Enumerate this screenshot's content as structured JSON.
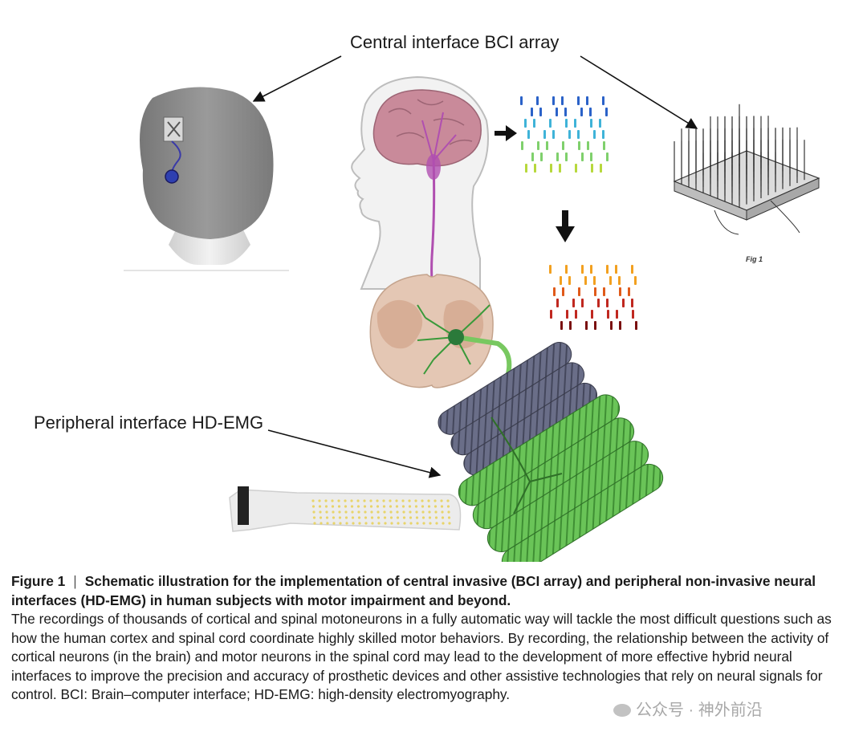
{
  "labels": {
    "central": "Central interface BCI array",
    "peripheral": "Peripheral interface HD-EMG",
    "fig_mark": "Fig 1"
  },
  "caption": {
    "figure_number": "Figure 1",
    "separator": "|",
    "title": "Schematic illustration for the implementation of central invasive (BCI array) and peripheral non-invasive neural interfaces (HD-EMG) in human subjects with motor impairment and beyond.",
    "body": "The recordings of thousands of cortical and spinal motoneurons in a fully automatic way will tackle the most difficult questions such as how the human cortex and spinal cord coordinate highly skilled motor behaviors. By recording, the relationship between the activity of cortical neurons (in the brain) and motor neurons in the spinal cord may lead to the development of more effective hybrid neural interfaces to improve the precision and accuracy of prosthetic devices and other assistive technologies that rely on neural signals for control. BCI: Brain–computer interface; HD-EMG: high-density electromyography."
  },
  "watermark": {
    "text": "公众号 · 神外前沿"
  },
  "colors": {
    "head_gray": "#8c8c8c",
    "brain_pink": "#c98a9a",
    "spinal_purple": "#b04fb0",
    "muscle_green": "#5cb84a",
    "muscle_slate": "#5b5f78",
    "spike_top": [
      "#2b62c8",
      "#3fb3d8",
      "#7fd06c",
      "#b7d83c"
    ],
    "spike_bottom": [
      "#f2a020",
      "#e05a1a",
      "#c02820",
      "#7a1010"
    ]
  }
}
